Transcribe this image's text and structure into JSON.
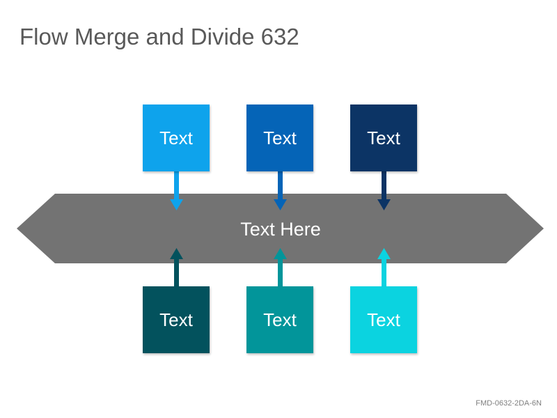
{
  "title": "Flow Merge and Divide 632",
  "footer_code": "FMD-0632-2DA-6N",
  "center": {
    "label": "Text Here",
    "color": "#737373"
  },
  "top_boxes": [
    {
      "label": "Text",
      "color": "#0ea3ec"
    },
    {
      "label": "Text",
      "color": "#0564b7"
    },
    {
      "label": "Text",
      "color": "#0c3465"
    }
  ],
  "bottom_boxes": [
    {
      "label": "Text",
      "color": "#03525d"
    },
    {
      "label": "Text",
      "color": "#02959a"
    },
    {
      "label": "Text",
      "color": "#0bd3e0"
    }
  ]
}
